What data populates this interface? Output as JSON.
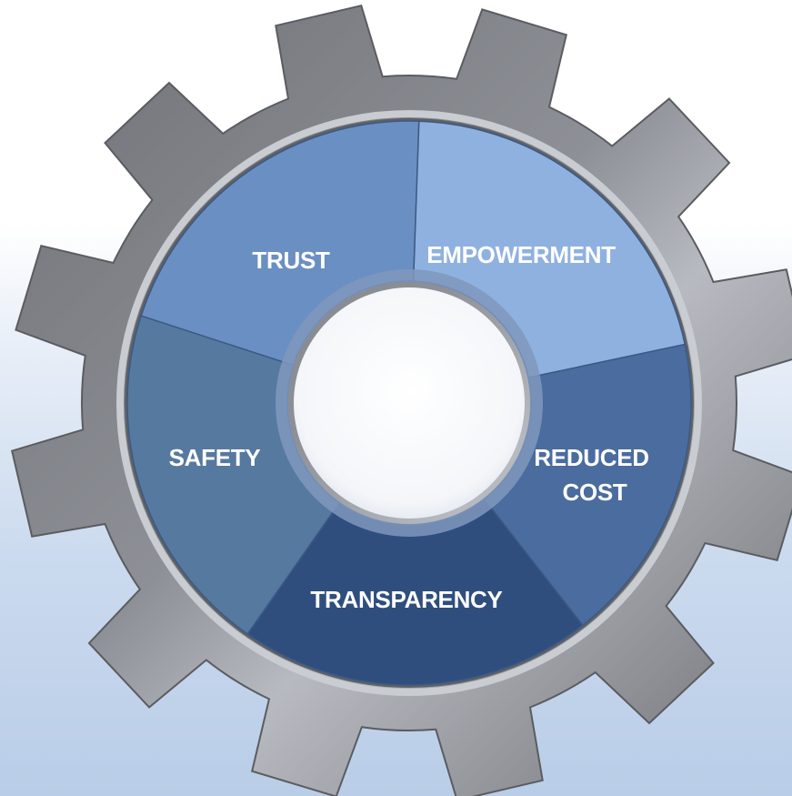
{
  "diagram": {
    "segments": [
      {
        "id": "trust",
        "label_lines": [
          "TRUST"
        ],
        "color": "#6a8fc2"
      },
      {
        "id": "empowerment",
        "label_lines": [
          "EMPOWERMENT"
        ],
        "color": "#8fb1df"
      },
      {
        "id": "reduced-cost",
        "label_lines": [
          "REDUCED",
          "COST"
        ],
        "color": "#4a6c9e"
      },
      {
        "id": "transparency",
        "label_lines": [
          "TRANSPARENCY"
        ],
        "color": "#2f4e7e"
      },
      {
        "id": "safety",
        "label_lines": [
          "SAFETY"
        ],
        "color": "#56799f"
      }
    ],
    "colors": {
      "gear_body": "#7d7f84",
      "gear_highlight": "#a9adb4",
      "gear_rim": "#c9ccd1",
      "center_hole": "#ffffff",
      "background_bottom": "#b9cde8"
    }
  }
}
